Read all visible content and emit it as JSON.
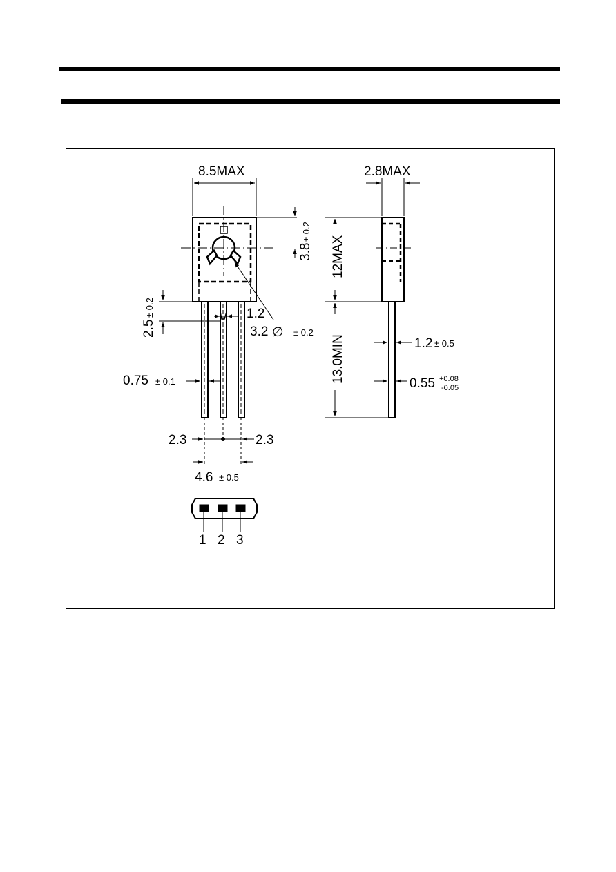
{
  "dimensions": {
    "front_width": "8.5MAX",
    "side_width": "2.8MAX",
    "hole_position": "3.8",
    "hole_position_tol": "± 0.2",
    "body_height": "12MAX",
    "lead_shoulder": "2.5",
    "lead_shoulder_tol": "± 0.2",
    "neck_width": "1.2",
    "hole_diameter": "3.2",
    "hole_diameter_symbol": "∅",
    "hole_diameter_tol": "± 0.2",
    "lead_length": "13.0MIN",
    "side_lead_offset": "1.2",
    "side_lead_offset_tol": "± 0.5",
    "lead_thickness": "0.55",
    "lead_thickness_tol_plus": "+0.08",
    "lead_thickness_tol_minus": "-0.05",
    "lead_width": "0.75",
    "lead_width_tol": "± 0.1",
    "pitch_left": "2.3",
    "pitch_right": "2.3",
    "span": "4.6",
    "span_tol": "± 0.5"
  },
  "pins": [
    "1",
    "2",
    "3"
  ]
}
